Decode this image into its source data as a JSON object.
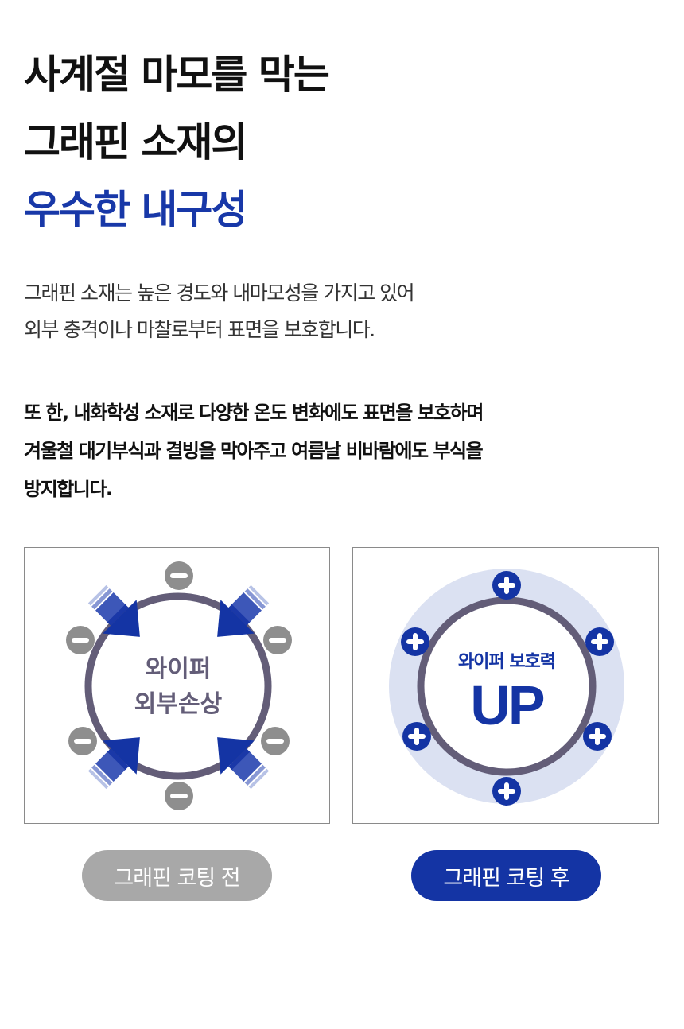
{
  "title": {
    "line1": "사계절 마모를 막는",
    "line2": "그래핀 소재의",
    "line3": "우수한 내구성"
  },
  "description": {
    "line1": "그래핀 소재는 높은 경도와 내마모성을 가지고 있어",
    "line2": "외부 충격이나 마찰로부터 표면을 보호합니다."
  },
  "highlight": {
    "line1": "또 한, 내화학성 소재로 다양한 온도 변화에도 표면을 보호하며",
    "line2": "겨울철 대기부식과 결빙을 막아주고 여름날 비바람에도 부식을",
    "line3": "방지합니다."
  },
  "before": {
    "center_line1": "와이퍼",
    "center_line2": "외부손상",
    "label": "그래핀 코팅 전",
    "icon": "minus-circle-icon"
  },
  "after": {
    "center_line1": "와이퍼 보호력",
    "center_line2": "UP",
    "label": "그래핀 코팅 후",
    "icon": "plus-circle-icon"
  },
  "colors": {
    "accent": "#1838a8",
    "ring": "#635d78",
    "minus": "#8e8e8e",
    "plus": "#1434a4",
    "shield": "#dbe1f2",
    "before_pill": "#a8a8a8"
  }
}
